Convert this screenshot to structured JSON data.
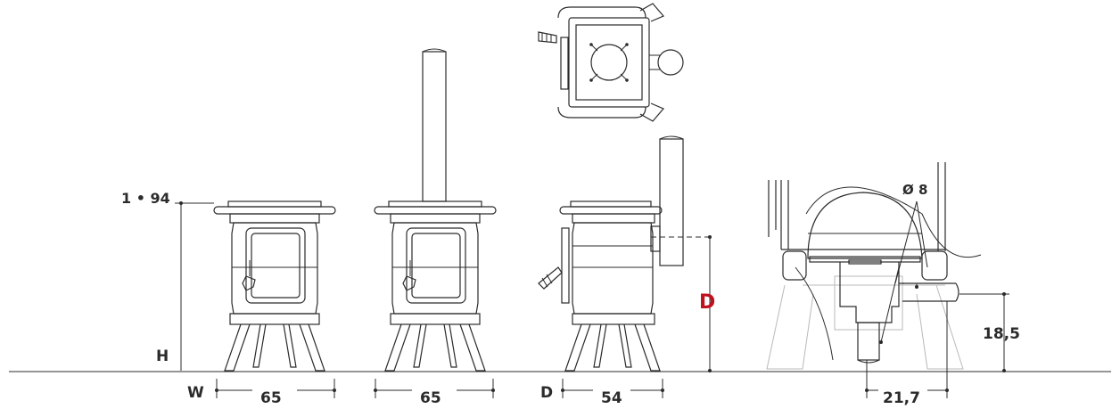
{
  "labels": {
    "height_value": "1 • 94",
    "height_letter": "H",
    "depth_letter_accent": "D",
    "flue_diameter": "Ø 8",
    "flue_height": "18,5",
    "flue_offset": "21,7"
  },
  "dimensions": {
    "front_width_letter": "W",
    "front_width_value": "65",
    "back_width_value": "65",
    "side_depth_letter": "D",
    "side_depth_value": "54"
  },
  "colors": {
    "line": "#2b2b2b",
    "accent": "#c0111f",
    "ghost": "#b9b9b9"
  }
}
